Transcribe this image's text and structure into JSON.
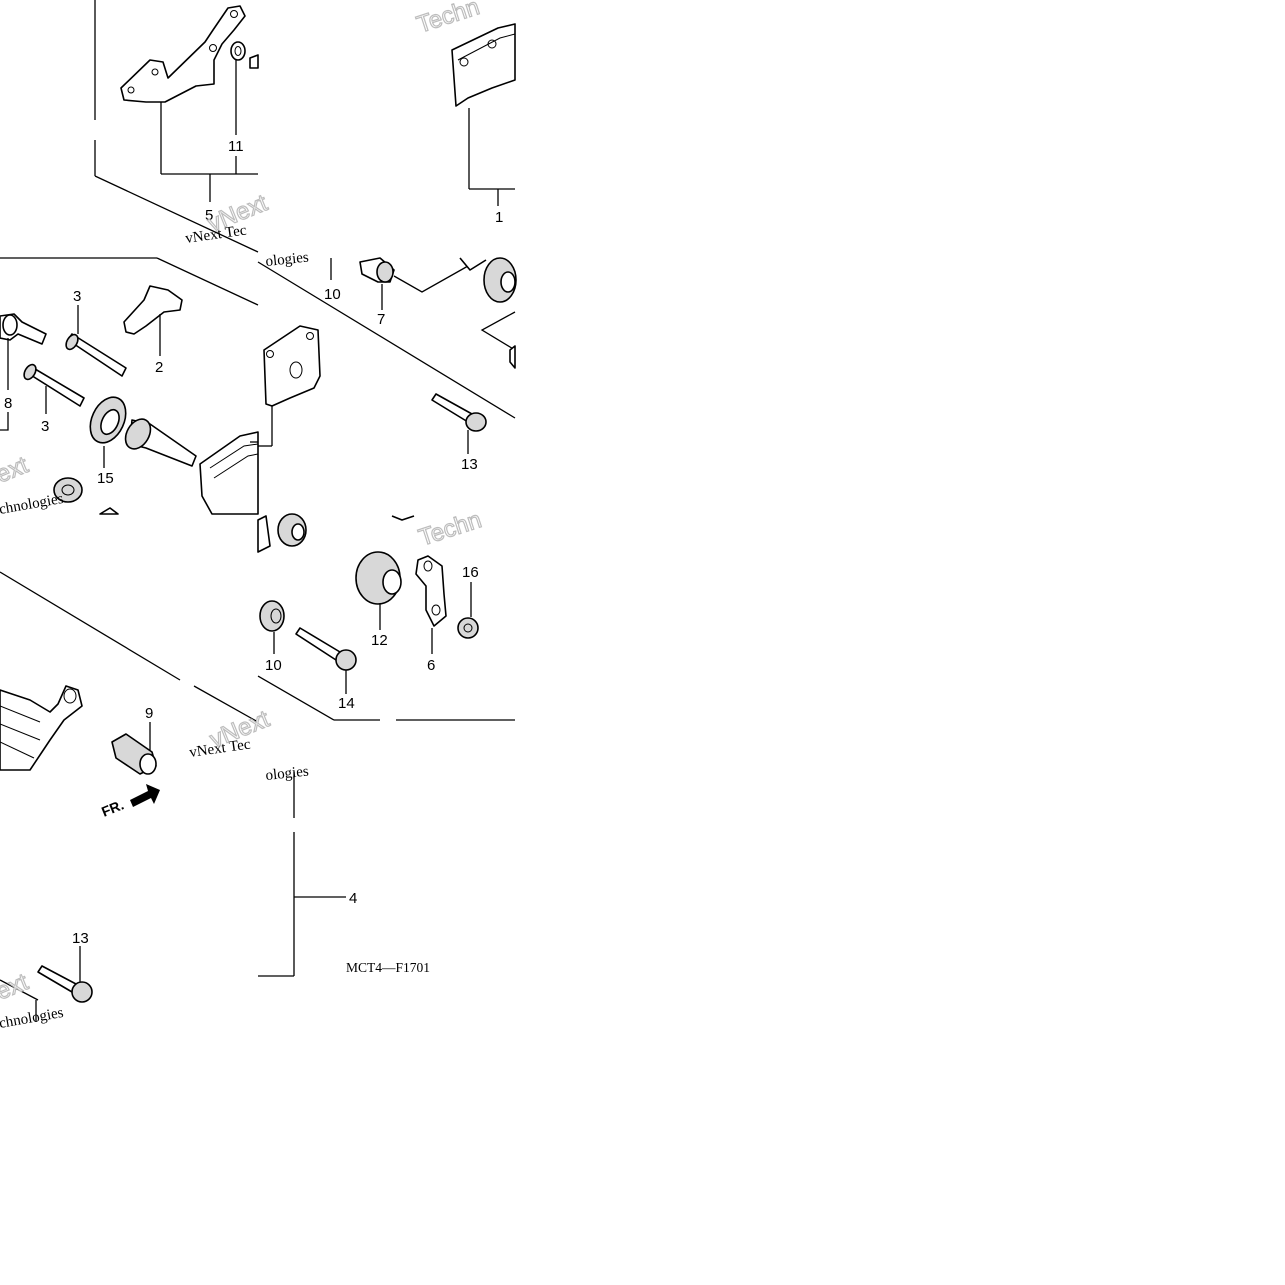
{
  "diagram": {
    "code": "MCT4—F1701",
    "direction_label": "FR.",
    "watermark_lines": [
      "vNext",
      "Technologies"
    ],
    "watermark_fragments": [
      "vNext Tec",
      "ologies",
      "Techn",
      "ext",
      "chnologies"
    ],
    "labels": {
      "p1": "1",
      "p2": "2",
      "p3a": "3",
      "p3b": "3",
      "p4": "4",
      "p5": "5",
      "p6": "6",
      "p7": "7",
      "p8": "8",
      "p9": "9",
      "p10a": "10",
      "p10b": "10",
      "p11": "11",
      "p12": "12",
      "p13a": "13",
      "p13b": "13",
      "p14": "14",
      "p15": "15",
      "p16": "16"
    }
  }
}
